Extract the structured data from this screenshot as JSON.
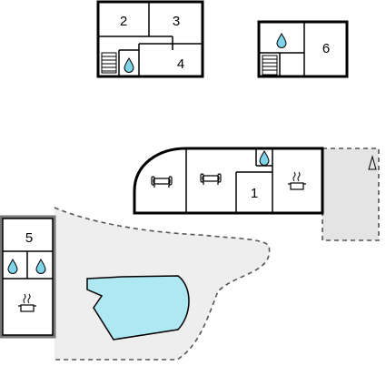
{
  "units": [
    {
      "id": "unit-2",
      "label": "2"
    },
    {
      "id": "unit-3",
      "label": "3"
    },
    {
      "id": "unit-4",
      "label": "4"
    },
    {
      "id": "unit-6",
      "label": "6"
    },
    {
      "id": "unit-1",
      "label": "1"
    },
    {
      "id": "unit-5",
      "label": "5"
    }
  ],
  "icons": [
    "water-drop-icon",
    "stairs-icon",
    "sofa-icon",
    "cooking-pot-icon",
    "parking-icon"
  ],
  "colors": {
    "pool": "#aee8f2",
    "terrace": "#eeeeee",
    "parking": "#e4e4e4"
  }
}
